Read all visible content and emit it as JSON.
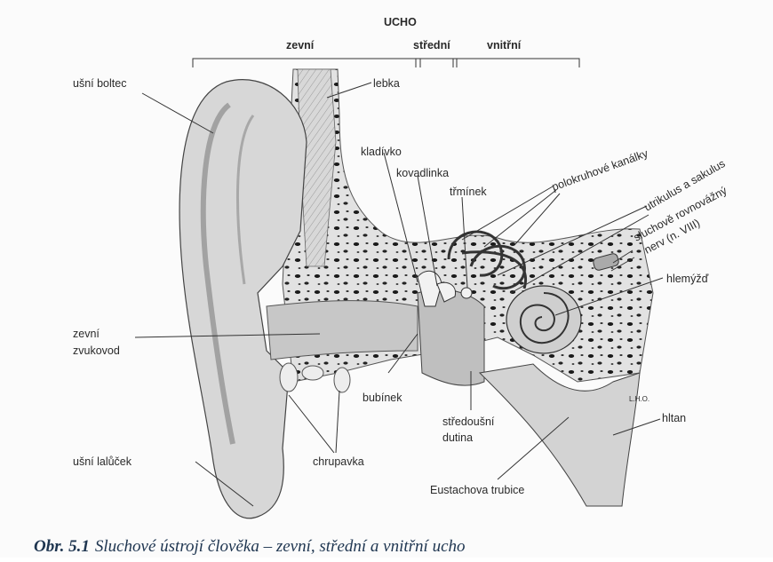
{
  "header": {
    "title": "UCHO",
    "sections": [
      "zevní",
      "střední",
      "vnitřní"
    ]
  },
  "labels": {
    "pinna": "ušní boltec",
    "skull": "lebka",
    "malleus": "kladívko",
    "incus": "kovadlinka",
    "stapes": "třmínek",
    "canals": "polokruhové kanálky",
    "utricle": "utrikulus a sakulus",
    "nerve1": "sluchově rovnovážný",
    "nerve2": "nerv (n. VIII)",
    "cochlea": "hlemýžď",
    "canal1": "zevní",
    "canal2": "zvukovod",
    "eardrum": "bubínek",
    "middle1": "středoušní",
    "middle2": "dutina",
    "pharynx": "hltan",
    "lobe": "ušní lalůček",
    "cartilage": "chrupavka",
    "eustachian": "Eustachova trubice",
    "signature": "L.H.O."
  },
  "caption": {
    "prefix": "Obr. 5.1",
    "text": "Sluchové ústrojí člověka – zevní, střední a vnitřní ucho"
  }
}
